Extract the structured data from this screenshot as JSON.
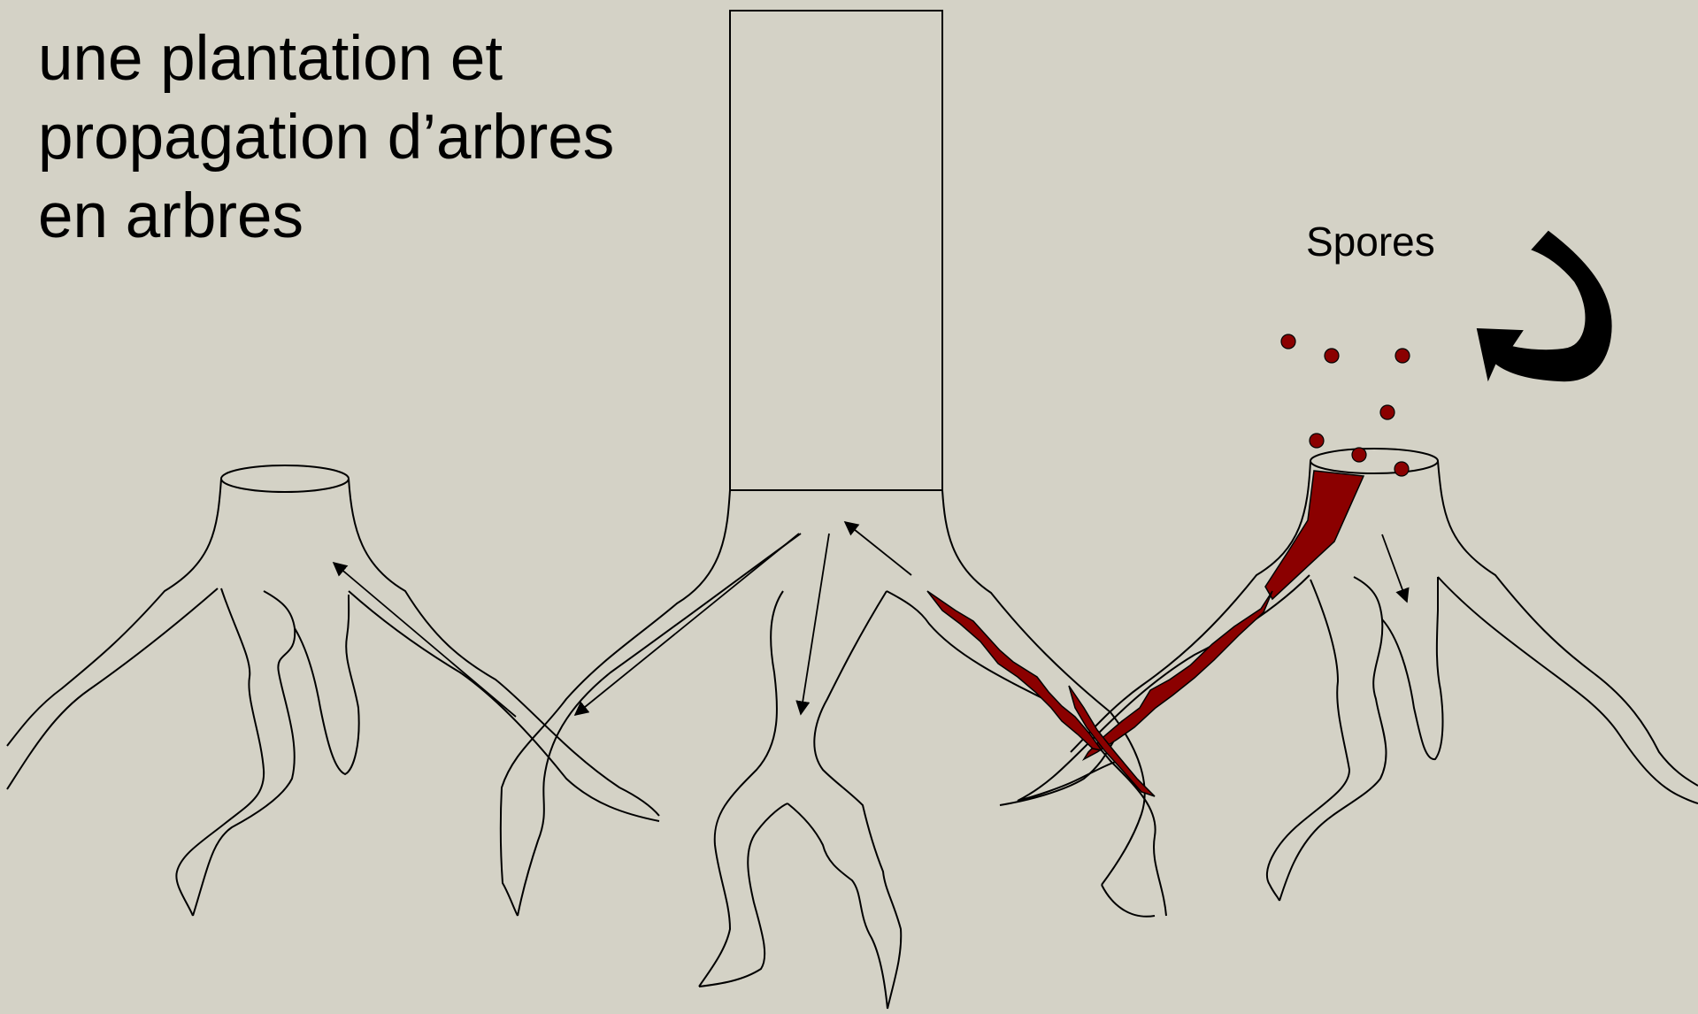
{
  "title_lines": [
    "une plantation et",
    "propagation d’arbres",
    "en arbres"
  ],
  "spores_label": "Spores",
  "colors": {
    "background": "#d4d2c6",
    "outline": "#000000",
    "infection": "#8b0000"
  }
}
